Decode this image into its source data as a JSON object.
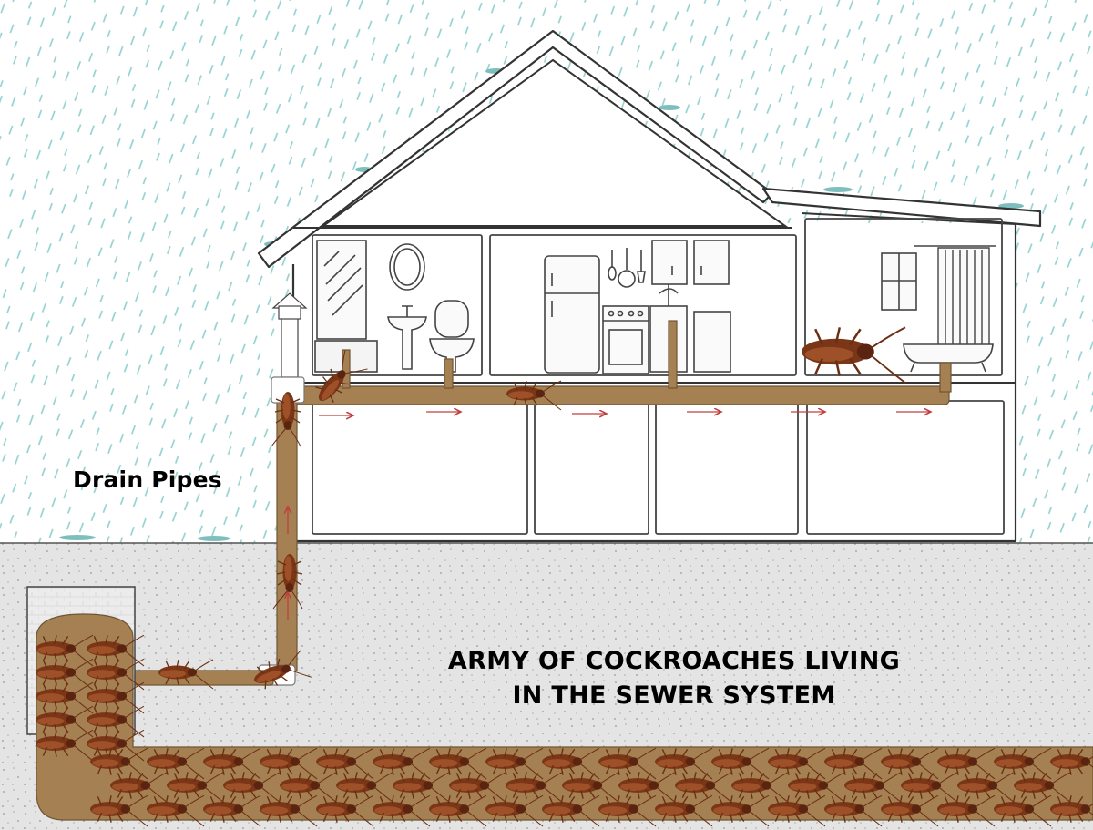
{
  "labels": {
    "drain_pipes": "Drain Pipes",
    "army_line_1": "ARMY OF COCKROACHES LIVING",
    "army_line_2": "IN THE SEWER SYSTEM"
  },
  "colors": {
    "rain": "#8fd0cf",
    "ground": "#e4e4e4",
    "pipe": "#a48052",
    "cockroach": "#7a3616",
    "line": "#333333",
    "arrow": "#c04040"
  },
  "icons": {
    "house": "house-cross-section",
    "roach": "cockroach-icon",
    "flow": "flow-arrow-icon"
  }
}
